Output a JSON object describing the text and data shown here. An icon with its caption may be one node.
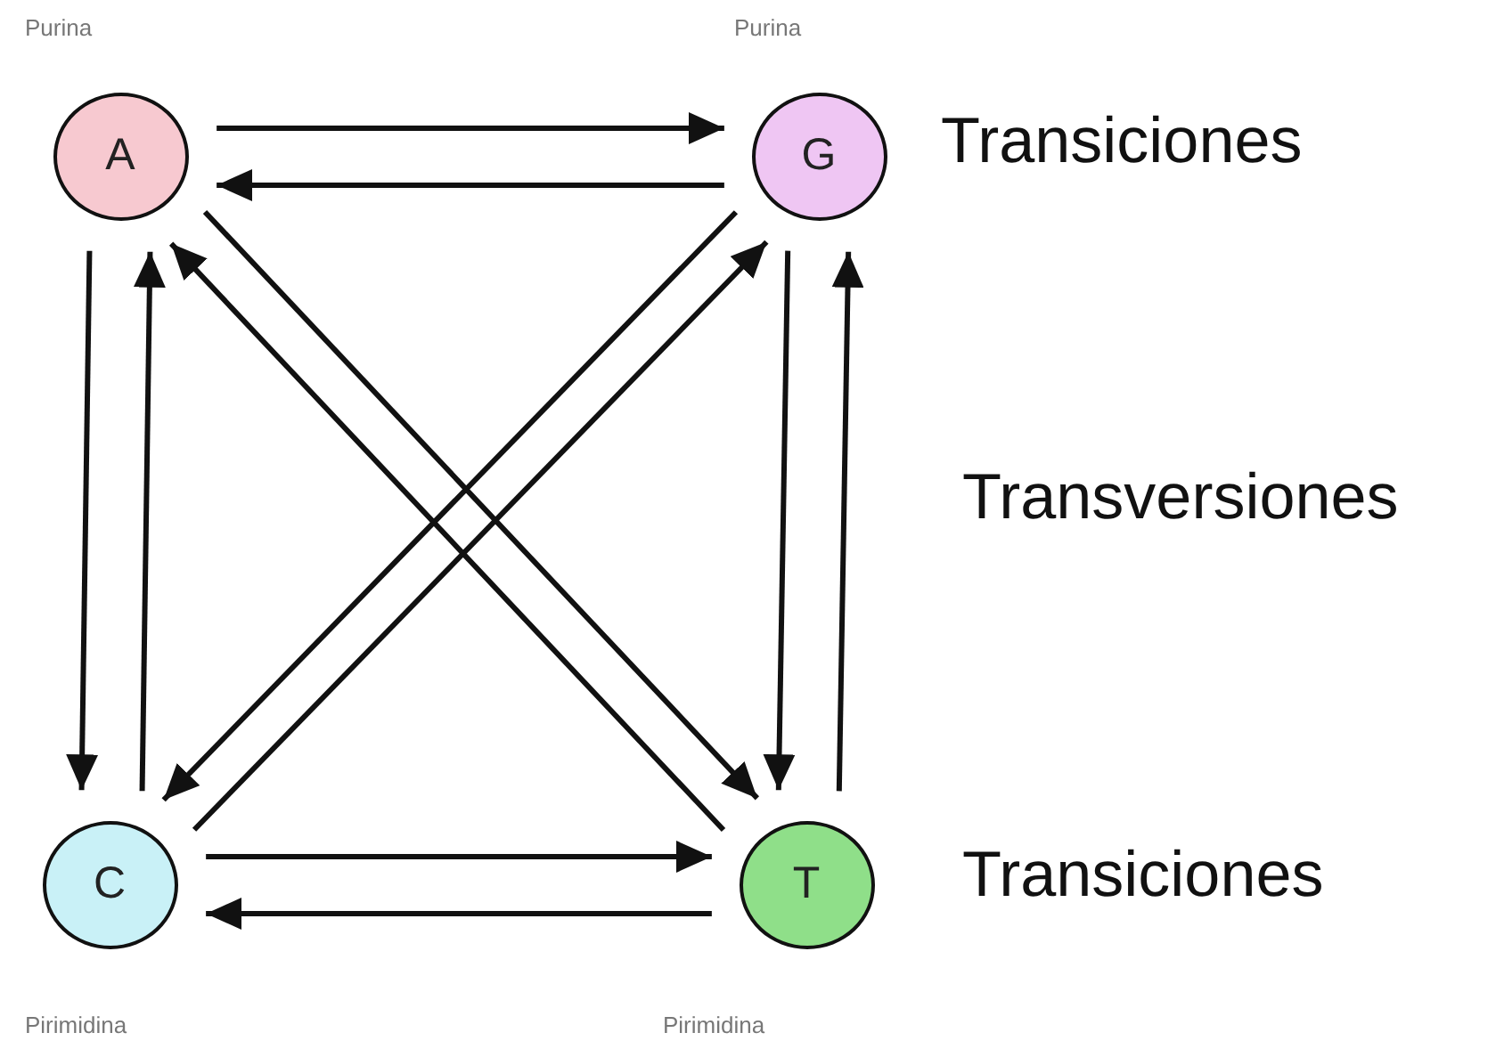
{
  "diagram": {
    "nodes": [
      {
        "text": [
          "A"
        ],
        "beside": [
          "Purina"
        ]
      },
      {
        "text": [
          "G"
        ],
        "beside": [
          "Purina"
        ]
      },
      {
        "text": [
          "C"
        ],
        "beside": [
          "Pirimidina"
        ]
      },
      {
        "text": [
          "T"
        ],
        "beside": [
          "Pirimidina"
        ]
      }
    ],
    "edges": [
      {
        "from": 0,
        "to": 1,
        "arrow": "to"
      },
      {
        "from": 1,
        "to": 0,
        "arrow": "to"
      },
      {
        "from": 0,
        "to": 2,
        "arrow": "to"
      },
      {
        "from": 2,
        "to": 0,
        "arrow": "to"
      },
      {
        "from": 1,
        "to": 3,
        "arrow": "to"
      },
      {
        "from": 3,
        "to": 1,
        "arrow": "to"
      },
      {
        "from": 2,
        "to": 3,
        "arrow": "to"
      },
      {
        "from": 3,
        "to": 2,
        "arrow": "to"
      },
      {
        "from": 1,
        "to": 2,
        "arrow": "to"
      },
      {
        "from": 2,
        "to": 1,
        "arrow": "to"
      },
      {
        "from": 0,
        "to": 3,
        "arrow": "to"
      },
      {
        "from": 3,
        "to": 0,
        "arrow": "to"
      }
    ],
    "labels": [
      "Transiciones",
      "Transversiones",
      "Transiciones"
    ]
  }
}
